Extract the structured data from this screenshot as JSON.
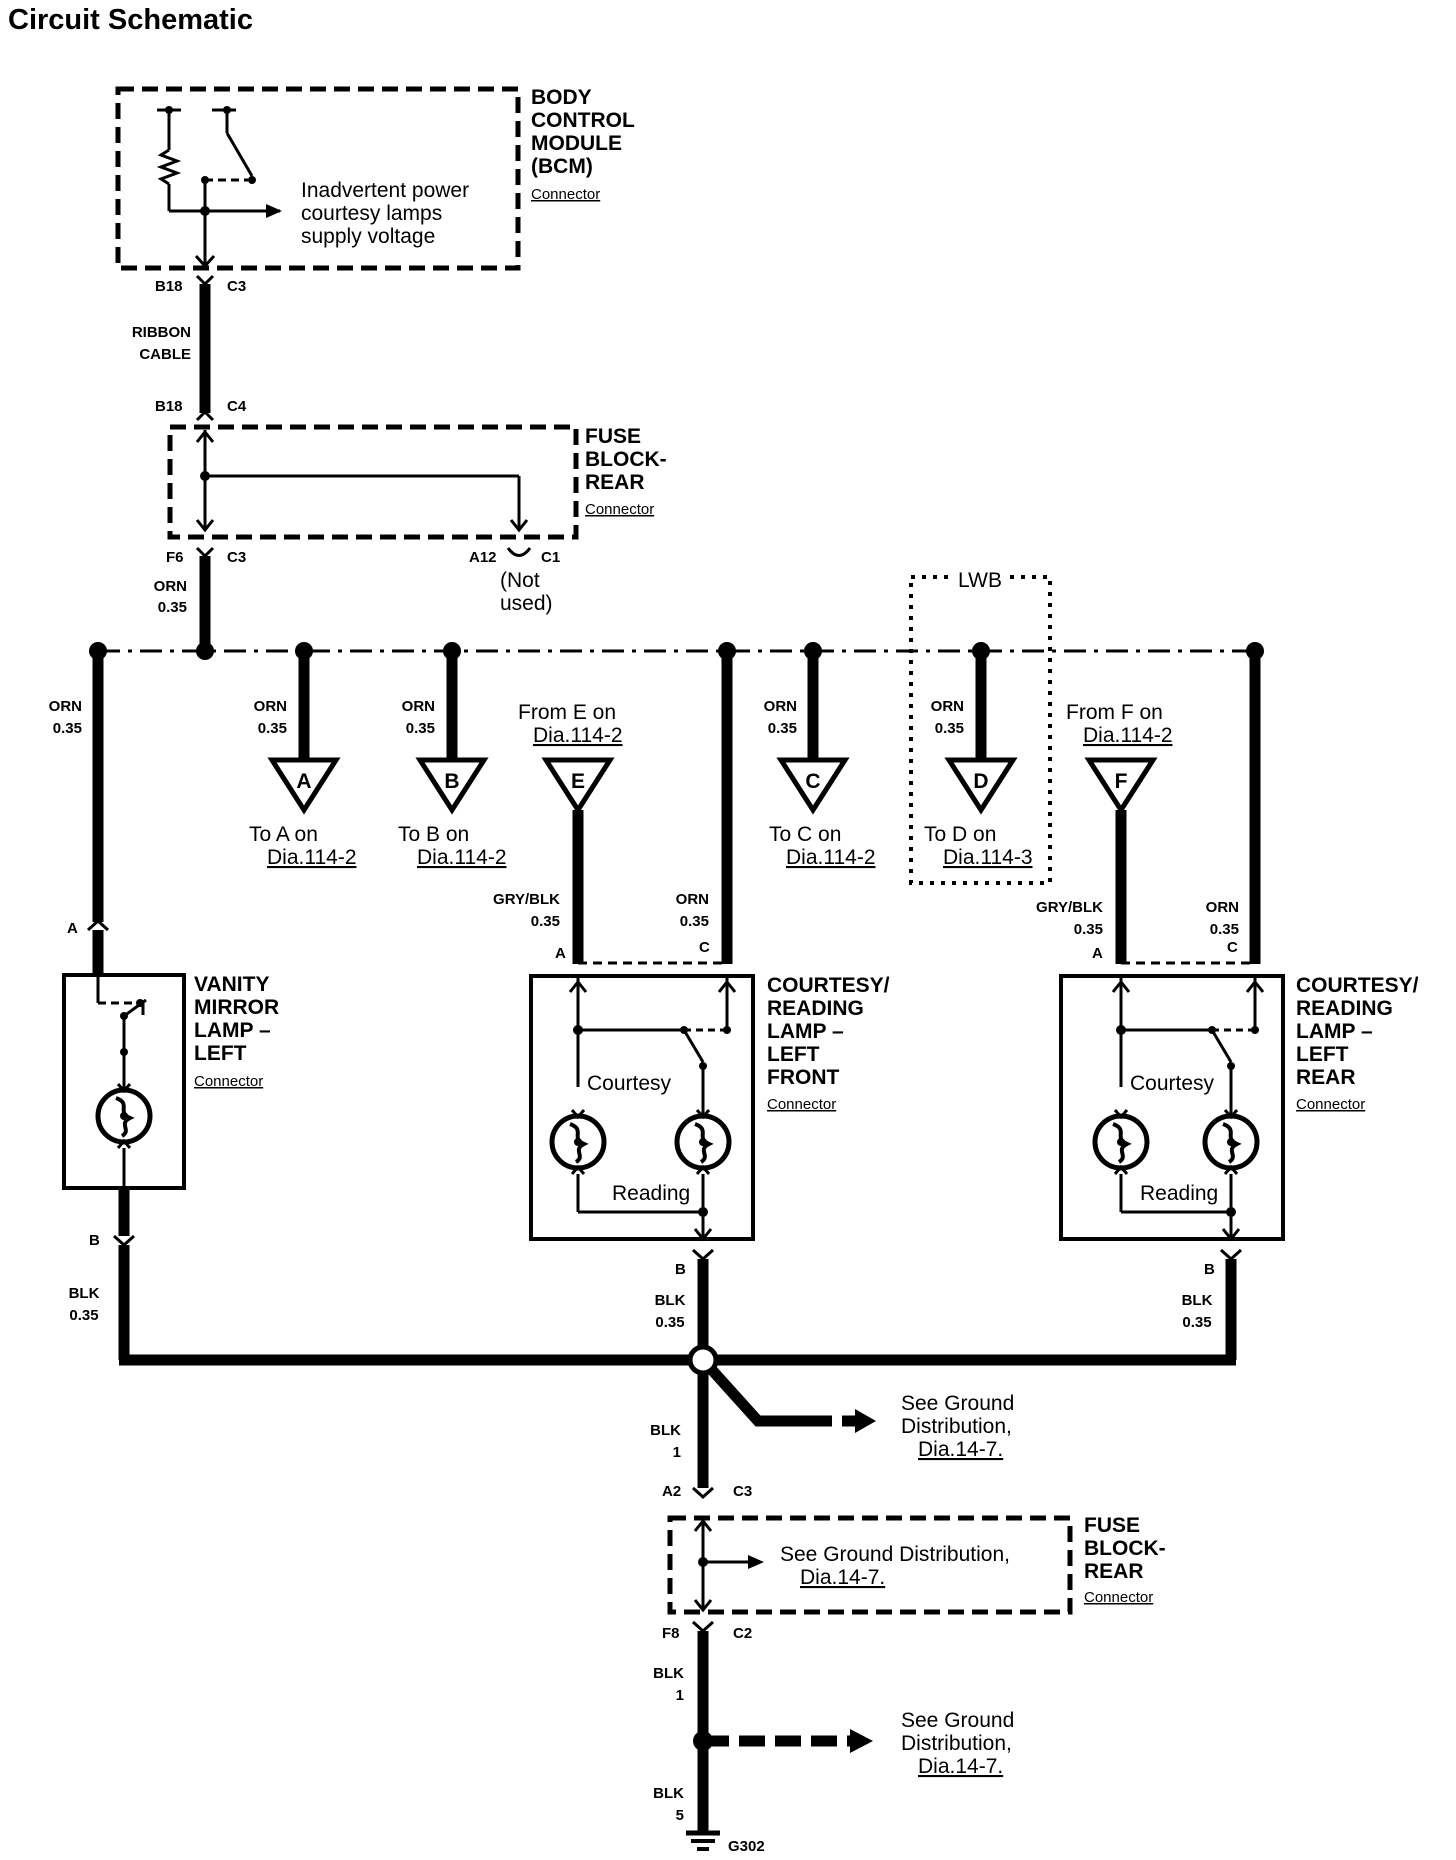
{
  "title": "Circuit Schematic",
  "bcm": {
    "name": [
      "BODY",
      "CONTROL",
      "MODULE",
      "(BCM)"
    ],
    "connector": "Connector",
    "note": [
      "Inadvertent power",
      "courtesy lamps",
      "supply voltage"
    ],
    "pin_left": "B18",
    "pin_right": "C3"
  },
  "ribbon": {
    "line1": "RIBBON",
    "line2": "CABLE"
  },
  "fuse_top": {
    "name": [
      "FUSE",
      "BLOCK-",
      "REAR"
    ],
    "connector": "Connector",
    "in_left": "B18",
    "in_right": "C4",
    "out_left": "F6",
    "out_right": "C3",
    "aux_left": "A12",
    "aux_right": "C1",
    "not_used": [
      "(Not",
      "used)"
    ]
  },
  "orn_035": {
    "color": "ORN",
    "size": "0.35"
  },
  "lwb": "LWB",
  "refs": {
    "A": {
      "letter": "A",
      "line1": "To A on",
      "line2": "Dia.114-2"
    },
    "B": {
      "letter": "B",
      "line1": "To B on",
      "line2": "Dia.114-2"
    },
    "C": {
      "letter": "C",
      "line1": "To C on",
      "line2": "Dia.114-2"
    },
    "D": {
      "letter": "D",
      "line1": "To D on",
      "line2": "Dia.114-3"
    },
    "E": {
      "letter": "E",
      "line1": "From E on",
      "line2": "Dia.114-2"
    },
    "F": {
      "letter": "F",
      "line1": "From F on",
      "line2": "Dia.114-2"
    }
  },
  "gry_blk": {
    "color": "GRY/BLK",
    "size": "0.35"
  },
  "vanity": {
    "name": [
      "VANITY",
      "MIRROR",
      "LAMP –",
      "LEFT"
    ],
    "connector": "Connector",
    "pin_top": "A",
    "pin_bottom": "B"
  },
  "lamp_front": {
    "name": [
      "COURTESY/",
      "READING",
      "LAMP –",
      "LEFT",
      "FRONT"
    ],
    "connector": "Connector",
    "courtesy": "Courtesy",
    "reading": "Reading",
    "pin_a": "A",
    "pin_c": "C",
    "pin_b": "B"
  },
  "lamp_rear": {
    "name": [
      "COURTESY/",
      "READING",
      "LAMP –",
      "LEFT",
      "REAR"
    ],
    "connector": "Connector",
    "courtesy": "Courtesy",
    "reading": "Reading",
    "pin_a": "A",
    "pin_c": "C",
    "pin_b": "B"
  },
  "blk_035": {
    "color": "BLK",
    "size": "0.35"
  },
  "blk_1": {
    "color": "BLK",
    "size": "1"
  },
  "blk_5": {
    "color": "BLK",
    "size": "5"
  },
  "ground_note": {
    "line1": "See Ground",
    "line2": "Distribution,",
    "line3": "Dia.14-7."
  },
  "fuse_bottom": {
    "name": [
      "FUSE",
      "BLOCK-",
      "REAR"
    ],
    "connector": "Connector",
    "in_left": "A2",
    "in_right": "C3",
    "out_left": "F8",
    "out_right": "C2",
    "note_line1": "See Ground Distribution,",
    "note_line2": "Dia.14-7."
  },
  "ground": "G302"
}
